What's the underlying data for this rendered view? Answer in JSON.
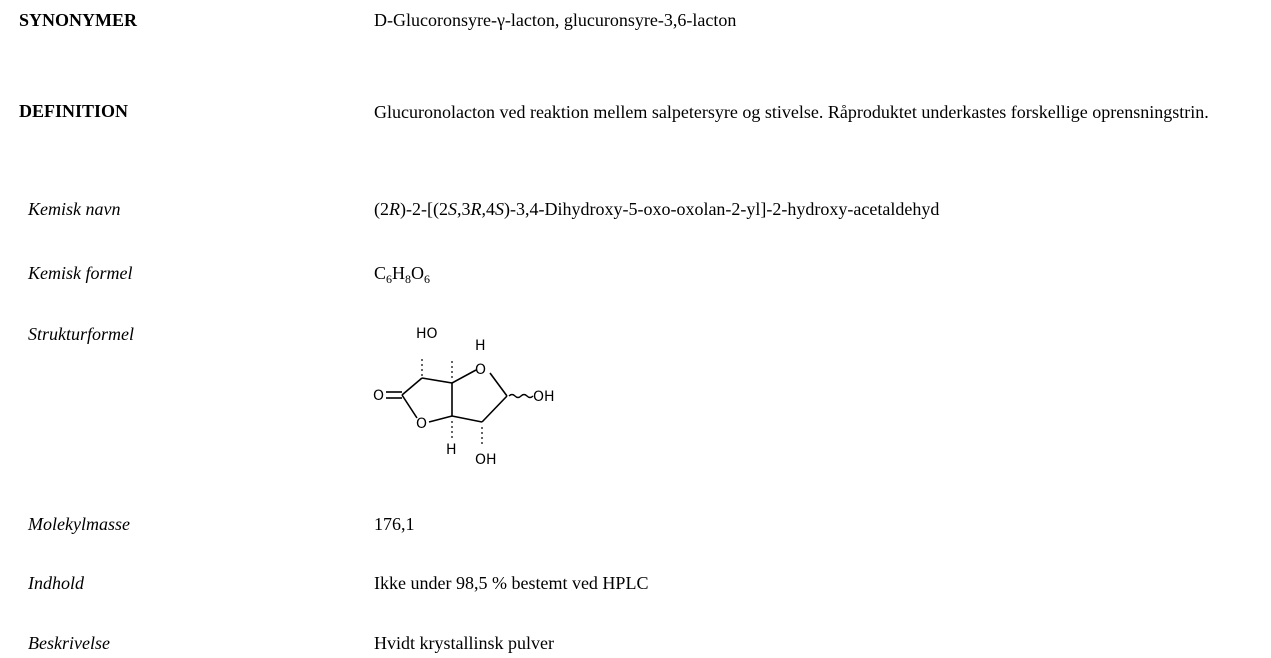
{
  "synonymer": {
    "label": "SYNONYMER",
    "value": "D-Glucoronsyre-γ-lacton, glucuronsyre-3,6-lacton"
  },
  "definition": {
    "label": "DEFINITION",
    "value": "Glucuronolacton ved reaktion mellem salpetersyre og stivelse. Råproduktet underkastes forskellige oprensningstrin."
  },
  "kemisk_navn": {
    "label": "Kemisk navn",
    "parts": [
      "(2",
      "R",
      ")-2-[(2",
      "S",
      ",3",
      "R",
      ",4",
      "S",
      ")-3,4-Dihydroxy-5-oxo-oxolan-2-yl]-2-hydroxy-acetaldehyd"
    ]
  },
  "kemisk_formel": {
    "label": "Kemisk formel",
    "parts": [
      "C",
      "6",
      "H",
      "8",
      "O",
      "6"
    ]
  },
  "strukturformel": {
    "label": "Strukturformel",
    "atoms": [
      "HO",
      "H",
      "O",
      "O",
      "OH",
      "O",
      "H",
      "OH"
    ]
  },
  "molekylmasse": {
    "label": "Molekylmasse",
    "value": "176,1"
  },
  "indhold": {
    "label": "Indhold",
    "value": "Ikke under 98,5 % bestemt ved HPLC"
  },
  "beskrivelse": {
    "label": "Beskrivelse",
    "value": "Hvidt krystallinsk pulver"
  }
}
